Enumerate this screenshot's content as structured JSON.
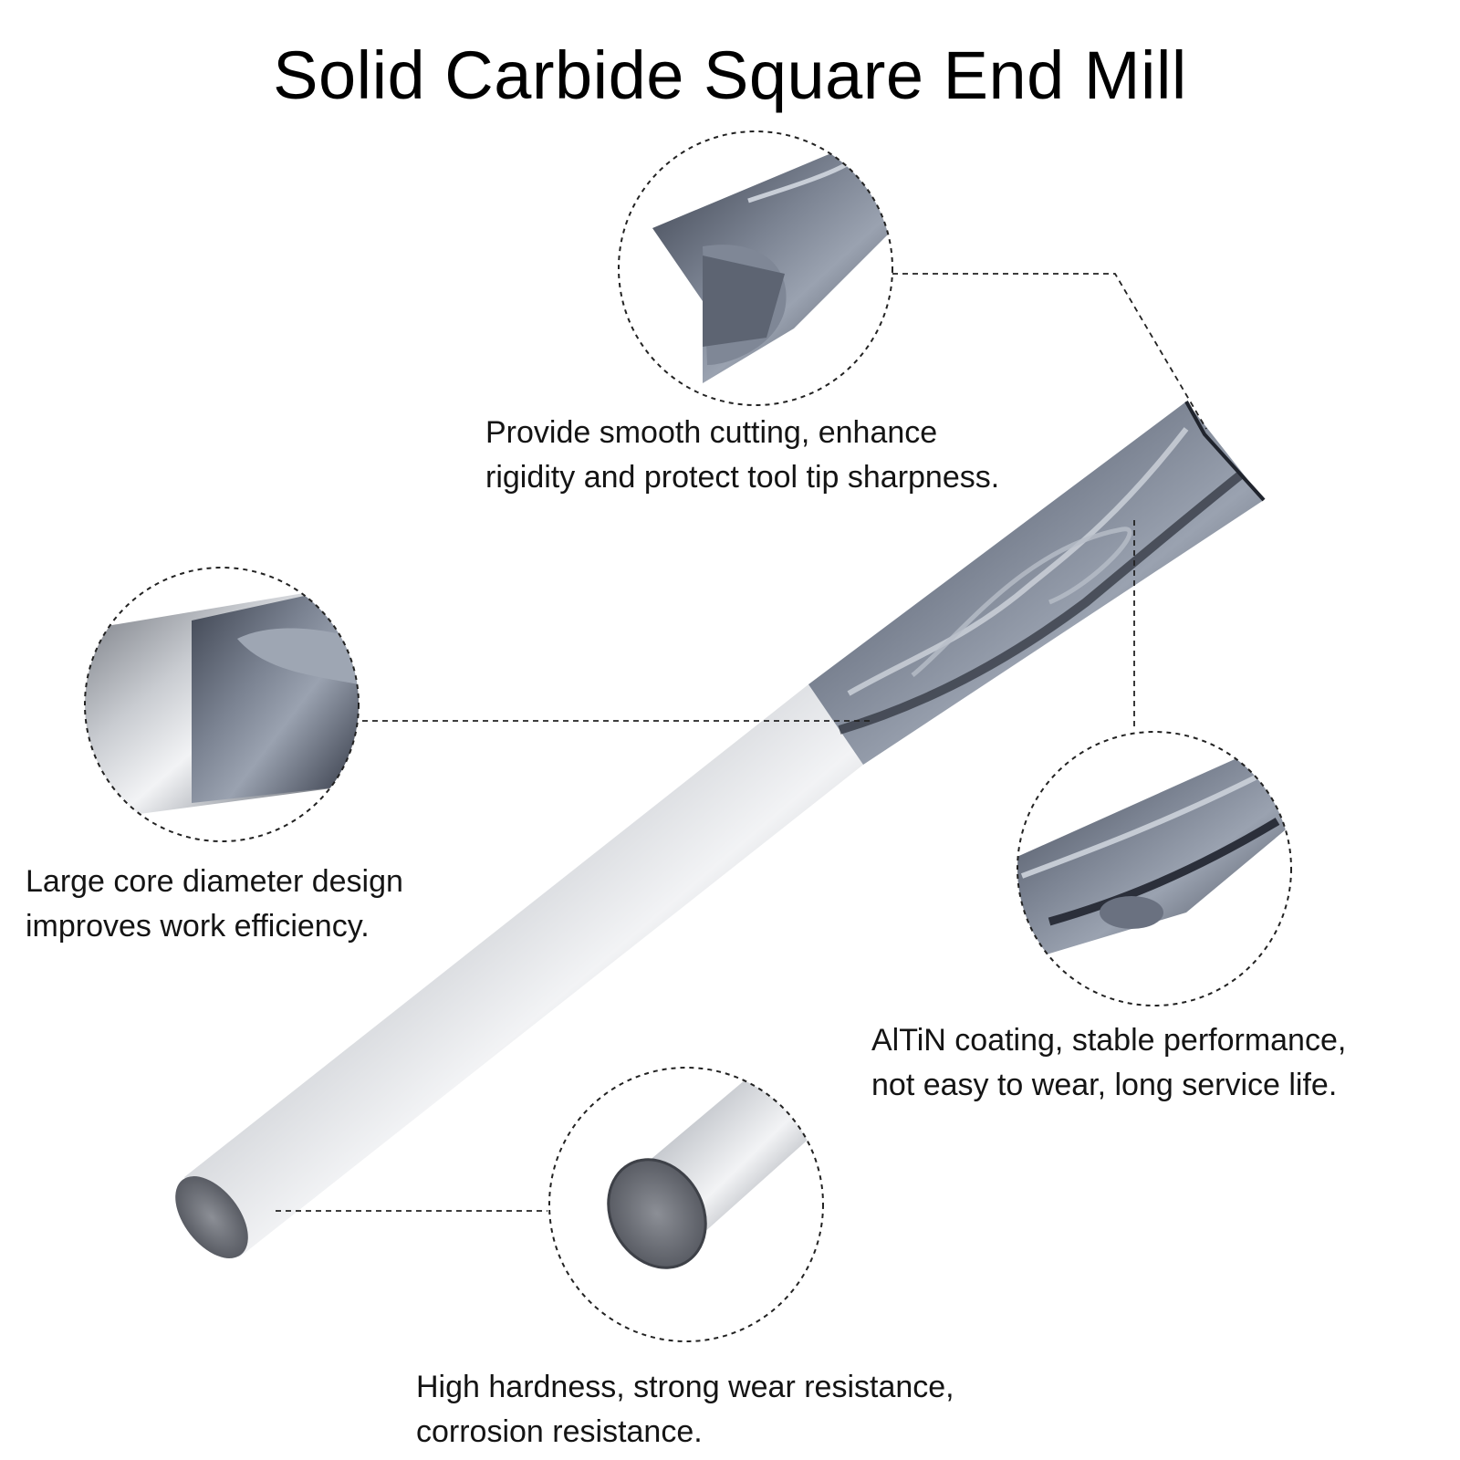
{
  "title": "Solid Carbide Square End Mill",
  "colors": {
    "background": "#ffffff",
    "coating": "#4e5564",
    "shank": "#9a9ea6",
    "callout_line": "#222222"
  },
  "callouts": {
    "tip": {
      "icon": "end-mill-tip-closeup",
      "lines": [
        "Provide smooth cutting, enhance",
        "rigidity and protect tool tip sharpness."
      ]
    },
    "core": {
      "icon": "core-transition-closeup",
      "lines": [
        "Large core diameter design",
        "improves work efficiency."
      ]
    },
    "coating": {
      "icon": "flute-coating-closeup",
      "lines": [
        "AlTiN coating, stable performance,",
        "not easy to wear, long service life."
      ]
    },
    "shank": {
      "icon": "shank-end-closeup",
      "lines": [
        "High hardness, strong wear resistance,",
        "corrosion resistance."
      ]
    }
  }
}
